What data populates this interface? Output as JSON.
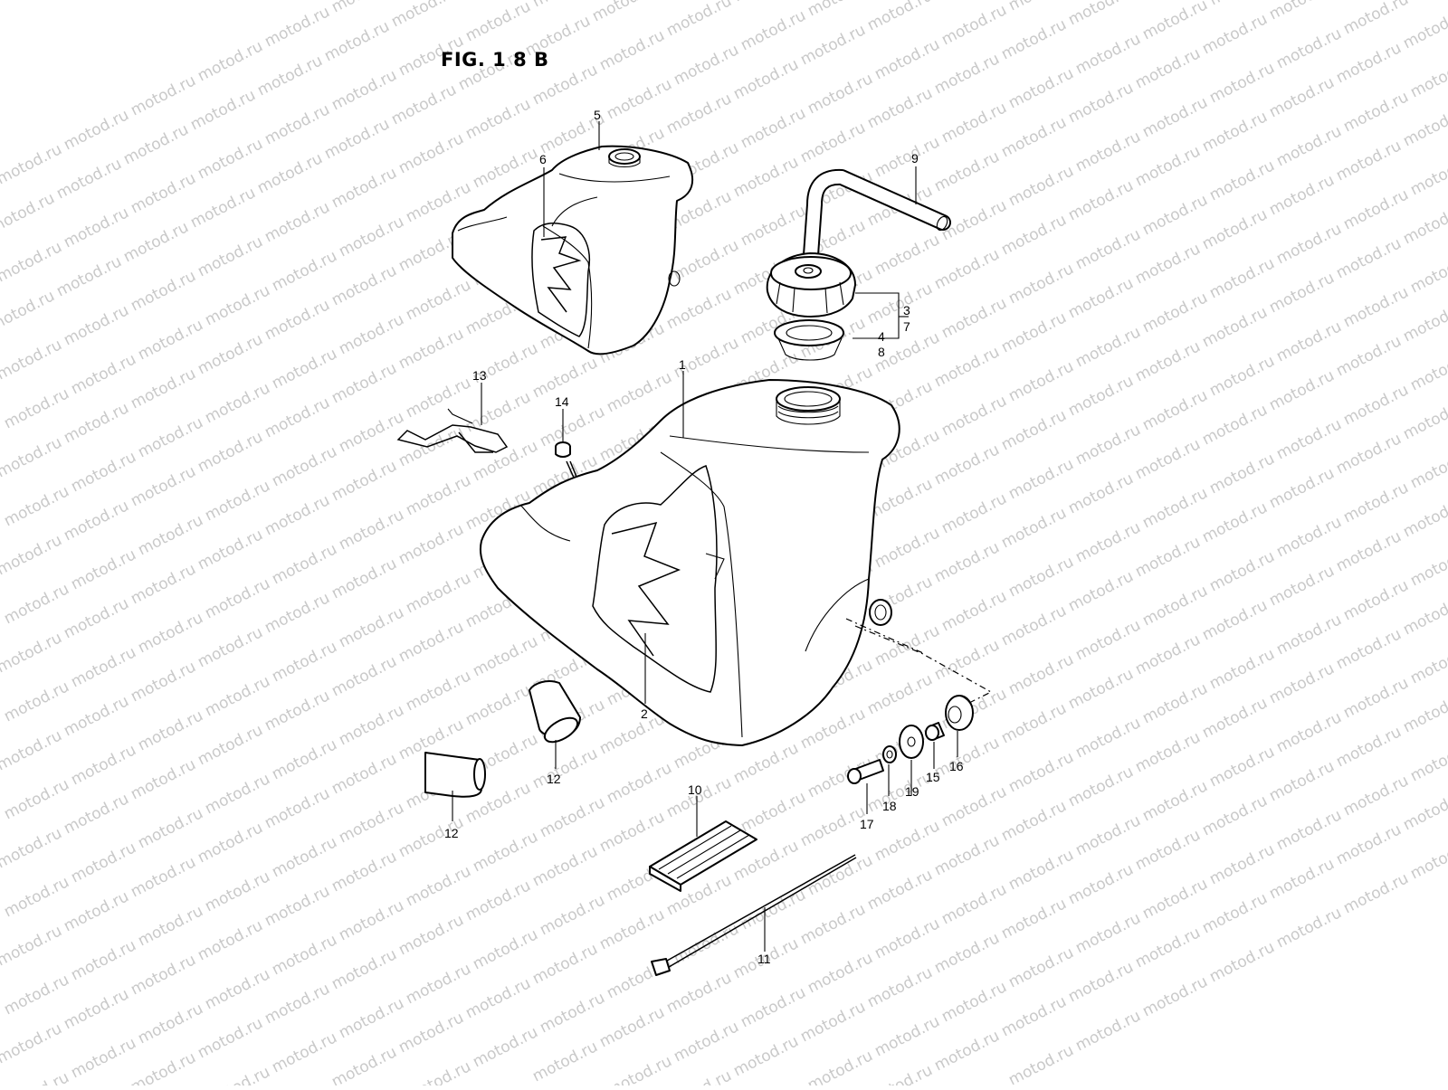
{
  "figure": {
    "title": "FIG. 1 8 B"
  },
  "watermark": {
    "text": "motod.ru"
  },
  "callouts": [
    {
      "id": "c1",
      "text": "1"
    },
    {
      "id": "c2",
      "text": "2"
    },
    {
      "id": "c3",
      "text": "3"
    },
    {
      "id": "c7",
      "text": "7"
    },
    {
      "id": "c4",
      "text": "4"
    },
    {
      "id": "c8",
      "text": "8"
    },
    {
      "id": "c5",
      "text": "5"
    },
    {
      "id": "c6",
      "text": "6"
    },
    {
      "id": "c9",
      "text": "9"
    },
    {
      "id": "c10",
      "text": "10"
    },
    {
      "id": "c11",
      "text": "11"
    },
    {
      "id": "c12a",
      "text": "12"
    },
    {
      "id": "c12b",
      "text": "12"
    },
    {
      "id": "c13",
      "text": "13"
    },
    {
      "id": "c14",
      "text": "14"
    },
    {
      "id": "c15",
      "text": "15"
    },
    {
      "id": "c16",
      "text": "16"
    },
    {
      "id": "c17",
      "text": "17"
    },
    {
      "id": "c18",
      "text": "18"
    },
    {
      "id": "c19",
      "text": "19"
    }
  ]
}
